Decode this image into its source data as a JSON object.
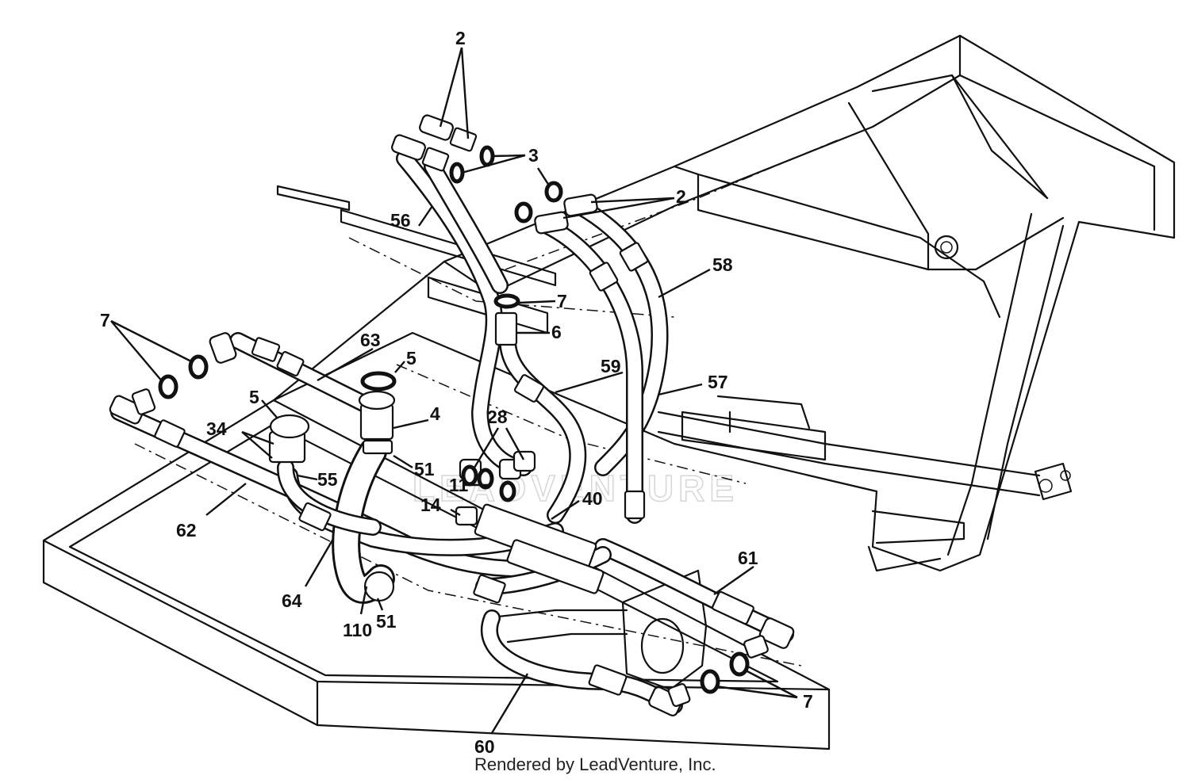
{
  "credit": "Rendered by LeadVenture, Inc.",
  "watermark": "LEADVENTURE",
  "callouts": {
    "c2a": "2",
    "c2b": "2",
    "c3a": "3",
    "c3b": "3",
    "c4": "4",
    "c5a": "5",
    "c5b": "5",
    "c6": "6",
    "c7a": "7",
    "c7b": "7",
    "c7c": "7",
    "c11": "11",
    "c14": "14",
    "c28": "28",
    "c34": "34",
    "c40": "40",
    "c51a": "51",
    "c51b": "51",
    "c55": "55",
    "c56": "56",
    "c57": "57",
    "c58": "58",
    "c59": "59",
    "c60": "60",
    "c61": "61",
    "c62": "62",
    "c63": "63",
    "c64": "64",
    "c110": "110"
  }
}
